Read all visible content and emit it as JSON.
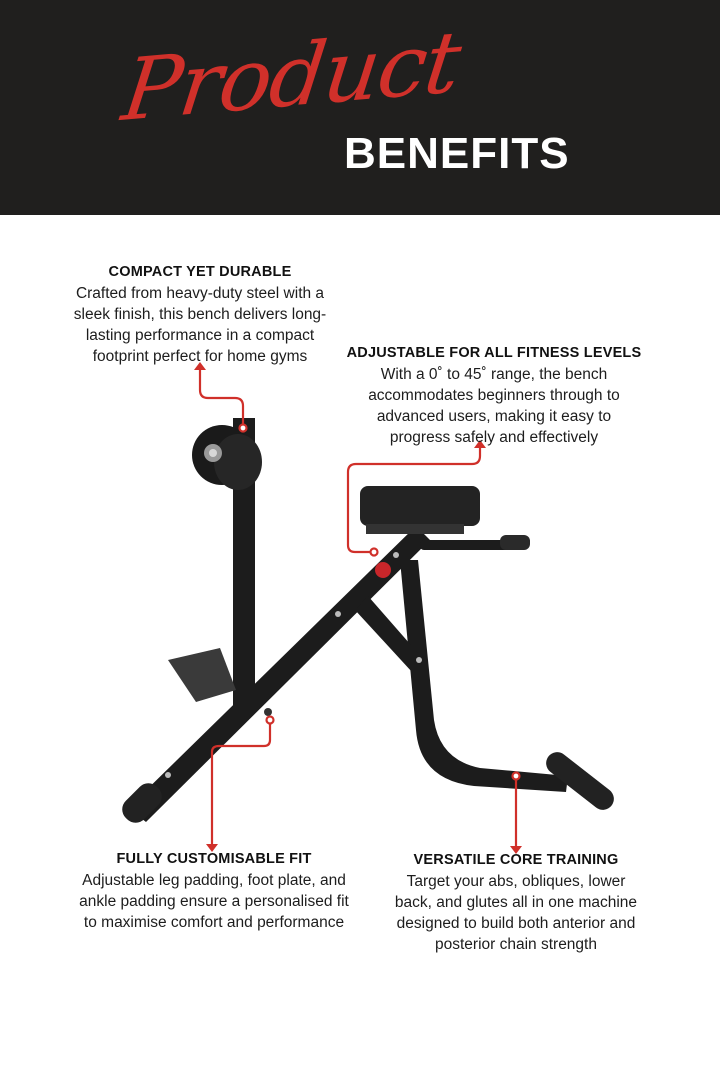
{
  "header": {
    "script_word": "Product",
    "bold_word": "BENEFITS",
    "background_color": "#201f1e",
    "script_color": "#d0302a",
    "bold_color": "#ffffff"
  },
  "benefits": [
    {
      "title": "COMPACT YET DURABLE",
      "body": "Crafted from heavy-duty steel with a\nsleek finish, this bench delivers long-\nlasting performance in a compact\nfootprint perfect for home gyms"
    },
    {
      "title": "ADJUSTABLE FOR ALL FITNESS LEVELS",
      "body": "With a 0˚ to 45˚ range, the bench\naccommodates beginners through to\nadvanced users, making it easy to\nprogress safely and effectively"
    },
    {
      "title": "FULLY CUSTOMISABLE FIT",
      "body": "Adjustable leg padding, foot plate, and\nankle padding ensure a personalised fit\nto maximise comfort and performance"
    },
    {
      "title": "VERSATILE CORE TRAINING",
      "body": "Target your abs, obliques, lower\nback, and glutes all in one machine\ndesigned to build both anterior and\nposterior chain strength"
    }
  ],
  "product_image": {
    "subject": "hyperextension-roman-chair-bench",
    "frame_color": "#1c1c1c",
    "callout_color": "#d0302a"
  }
}
